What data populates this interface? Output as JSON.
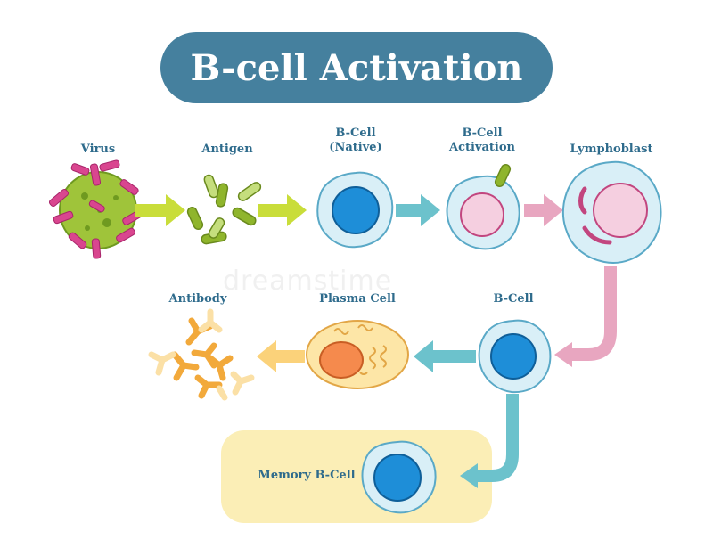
{
  "title": "B-cell Activation",
  "stages": {
    "virus": "Virus",
    "antigen": "Antigen",
    "b_cell_native": [
      "B-Cell",
      "(Native)"
    ],
    "b_cell_activation": [
      "B-Cell",
      "Activation"
    ],
    "lymphoblast": "Lymphoblast",
    "antibody": "Antibody",
    "plasma_cell": "Plasma Cell",
    "b_cell": "B-Cell",
    "memory_b_cell": "Memory B-Cell"
  },
  "watermark": "dreamstime",
  "colors": {
    "title_bg": "#45809e",
    "label": "#2e6b8c",
    "arrow_green": "#c9dd3a",
    "arrow_teal": "#6cc2cc",
    "arrow_pink": "#e8a6c0",
    "arrow_orange": "#fbd27a",
    "cell_membrane": "#cfe9f3",
    "nucleus_blue": "#1e8ed8",
    "memory_bg": "#fbeeb6"
  }
}
